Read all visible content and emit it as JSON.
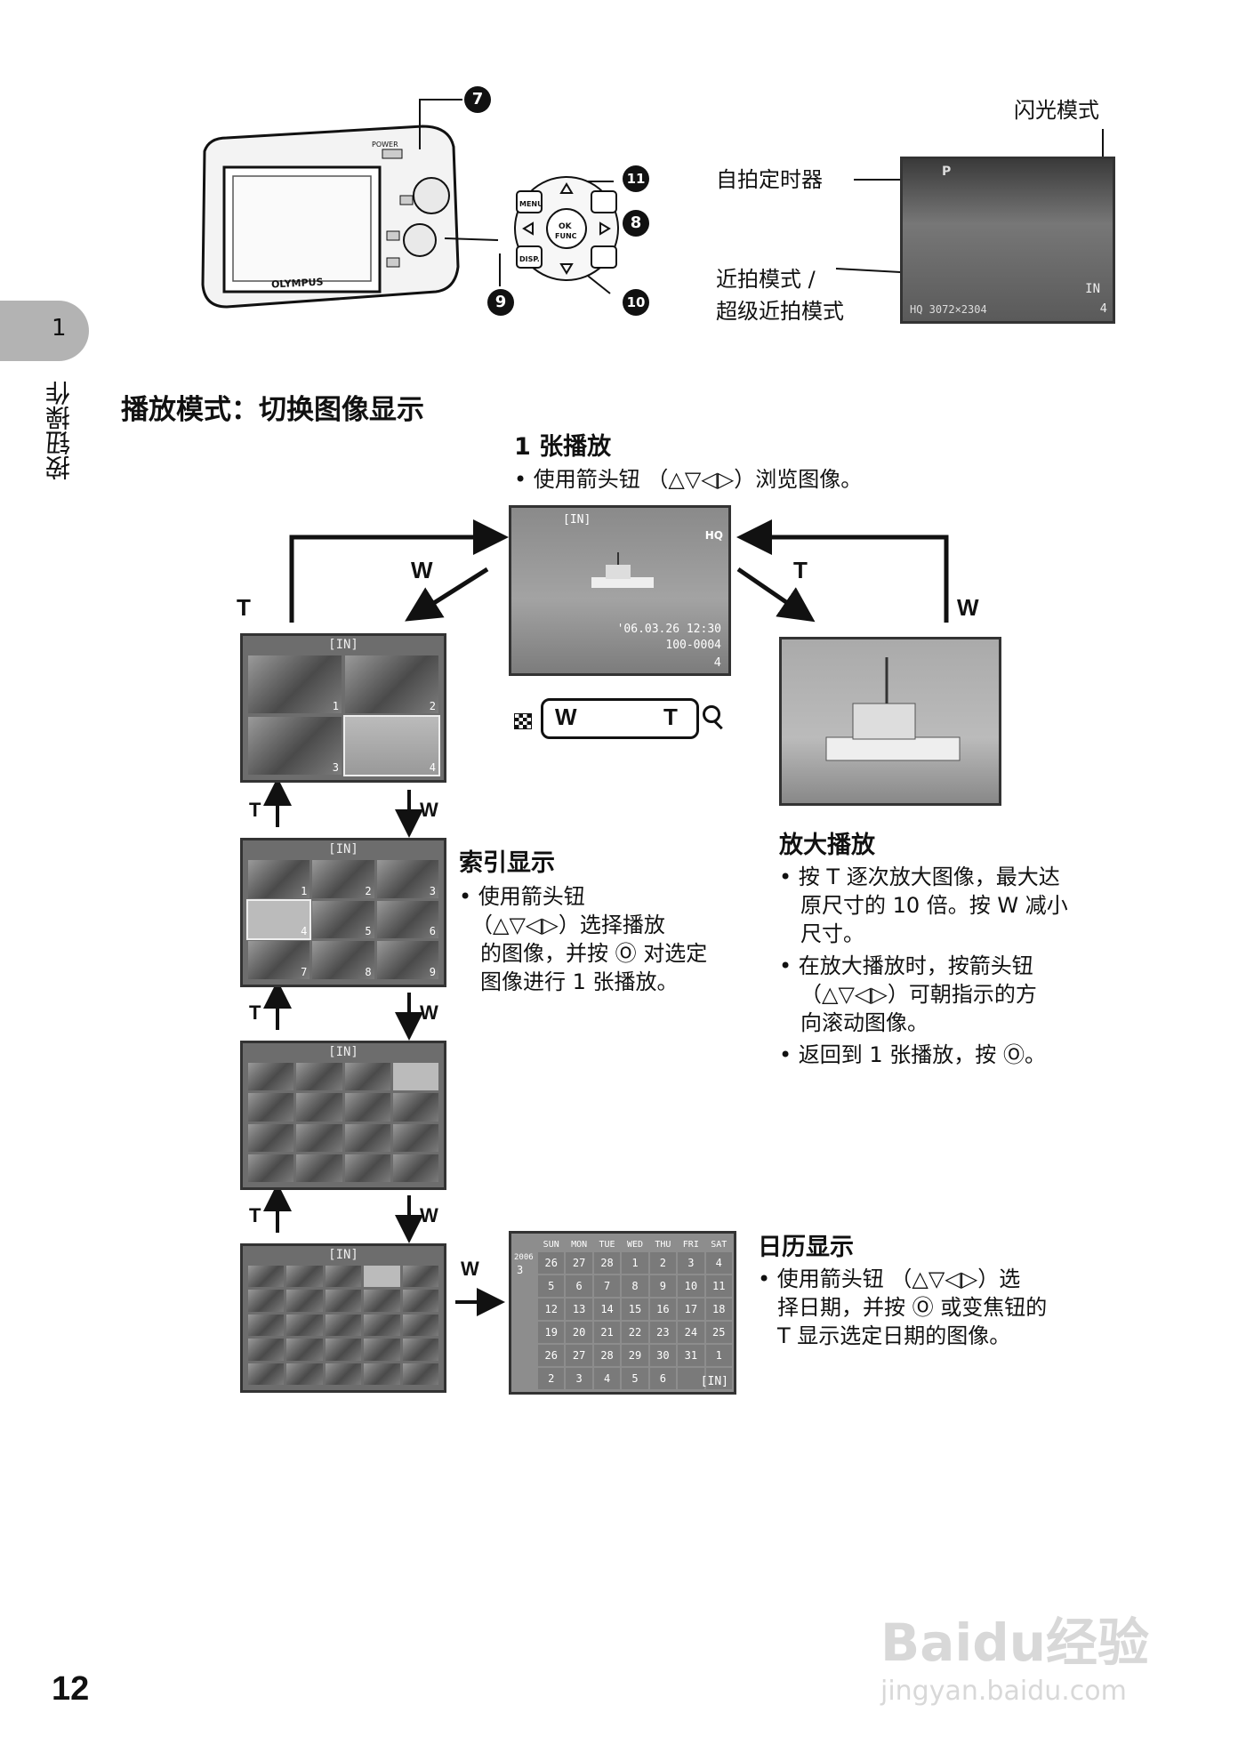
{
  "side_tab": {
    "number": "1",
    "title": "按钮操作"
  },
  "page_number": "12",
  "top_callouts": {
    "b7": "7",
    "b8": "8",
    "b9": "9",
    "b10": "10",
    "b11": "11",
    "flash_mode": "闪光模式",
    "self_timer": "自拍定时器",
    "macro_line1": "近拍模式 ∕",
    "macro_line2": "超级近拍模式",
    "cam_brand": "OLYMPUS",
    "cam_power": "POWER",
    "btn_menu": "MENU",
    "btn_disp": "DISP.",
    "btn_ok": "OK",
    "btn_func": "FUNC",
    "lcd_p": "P",
    "lcd_in": "IN",
    "lcd_hq": "HQ 3072×2304",
    "lcd_count": "4"
  },
  "section_title": "播放模式：切换图像显示",
  "single": {
    "heading": "1 张播放",
    "bullet": "• 使用箭头钮 （△▽◁▷）浏览图像。",
    "screen_in": "[IN]",
    "screen_hq": "HQ",
    "screen_date": "'06.03.26  12:30",
    "screen_file": "100-0004",
    "screen_num": "4"
  },
  "zoom_lever": {
    "w": "W",
    "t": "T"
  },
  "arrow_labels": {
    "w": "W",
    "t": "T"
  },
  "index": {
    "heading": "索引显示",
    "l1": "• 使用箭头钮",
    "l2": "（△▽◁▷）选择播放",
    "l3": "的图像，并按 Ⓞ 对选定",
    "l4": "图像进行 1 张播放。"
  },
  "close_up": {
    "heading": "放大播放",
    "l1": "• 按 T 逐次放大图像，最大达",
    "l2": "原尺寸的 10 倍。按 W 减小",
    "l3": "尺寸。",
    "l4": "• 在放大播放时，按箭头钮",
    "l5": "（△▽◁▷）可朝指示的方",
    "l6": "向滚动图像。",
    "l7": "• 返回到 1 张播放，按 Ⓞ。"
  },
  "calendar": {
    "heading": "日历显示",
    "l1": "• 使用箭头钮 （△▽◁▷）选",
    "l2": "择日期，并按 Ⓞ 或变焦钮的",
    "l3": "T 显示选定日期的图像。",
    "year": "2006",
    "month": "3",
    "in_label": "[IN]",
    "days_header": [
      "SUN",
      "MON",
      "TUE",
      "WED",
      "THU",
      "FRI",
      "SAT"
    ],
    "rows": [
      [
        "26",
        "27",
        "28",
        "1",
        "2",
        "3",
        "4"
      ],
      [
        "5",
        "6",
        "7",
        "8",
        "9",
        "10",
        "11"
      ],
      [
        "12",
        "13",
        "14",
        "15",
        "16",
        "17",
        "18"
      ],
      [
        "19",
        "20",
        "21",
        "22",
        "23",
        "24",
        "25"
      ],
      [
        "26",
        "27",
        "28",
        "29",
        "30",
        "31",
        "1"
      ],
      [
        "2",
        "3",
        "4",
        "5",
        "6",
        "",
        ""
      ]
    ]
  },
  "grid4_nums": [
    "1",
    "2",
    "3",
    "4"
  ],
  "grid9_nums": [
    "1",
    "2",
    "3",
    "4",
    "5",
    "6",
    "7",
    "8",
    "9"
  ],
  "grid_in": "[IN]",
  "watermark": {
    "l1": "Baidu经验",
    "l2": "jingyan.baidu.com"
  }
}
